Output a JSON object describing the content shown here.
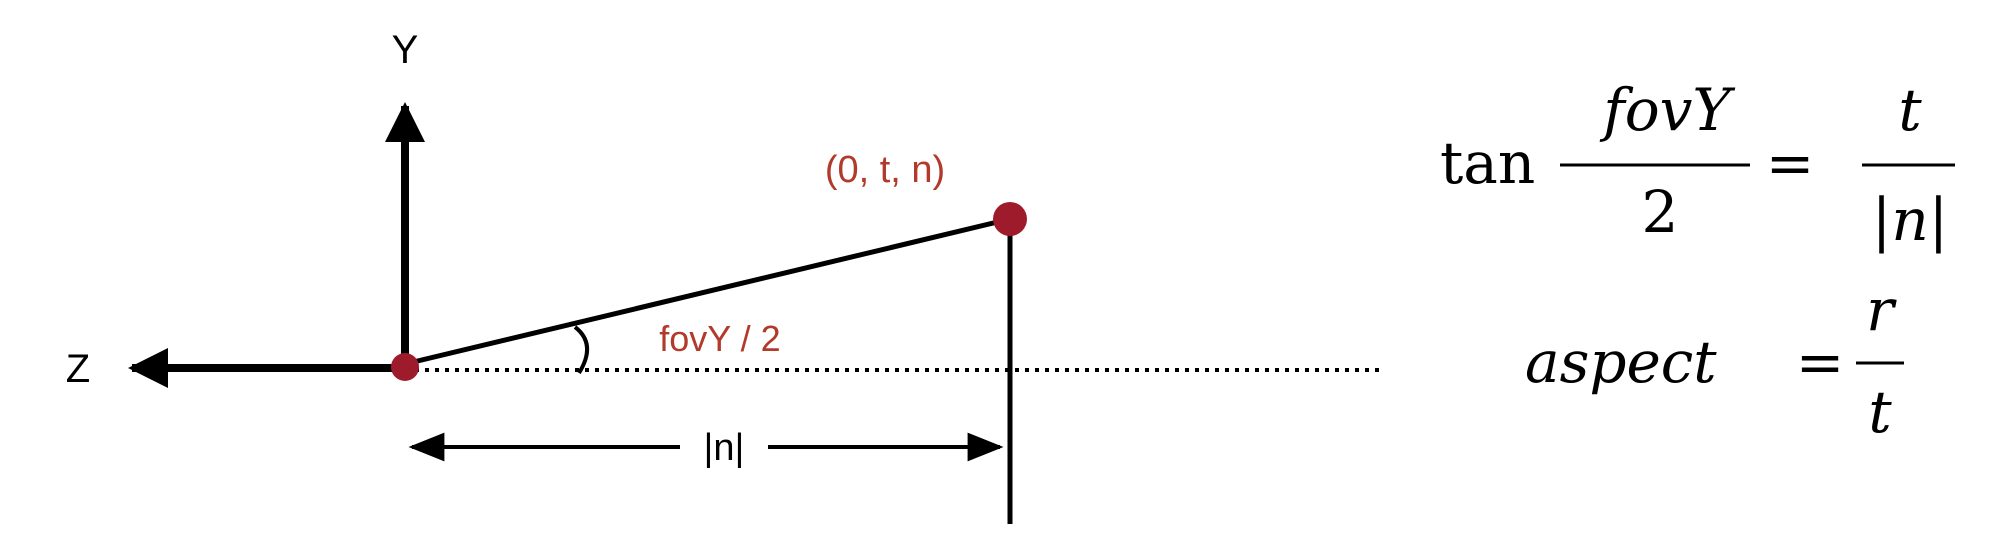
{
  "axes": {
    "y_label": "Y",
    "z_label": "Z"
  },
  "point": {
    "label": "(0, t, n)"
  },
  "angle": {
    "label": "fovY / 2"
  },
  "distance": {
    "label": "|n|"
  },
  "equations": {
    "eq1": {
      "func": "tan",
      "lhs_num": "fovY",
      "lhs_den": "2",
      "equals": "=",
      "rhs_num": "t",
      "rhs_den": "|n|"
    },
    "eq2": {
      "lhs": "aspect",
      "equals": "=",
      "rhs_num": "r",
      "rhs_den": "t"
    }
  },
  "colors": {
    "accent": "#b23a2a",
    "point_fill": "#9e1b2c",
    "ink": "#000000"
  }
}
